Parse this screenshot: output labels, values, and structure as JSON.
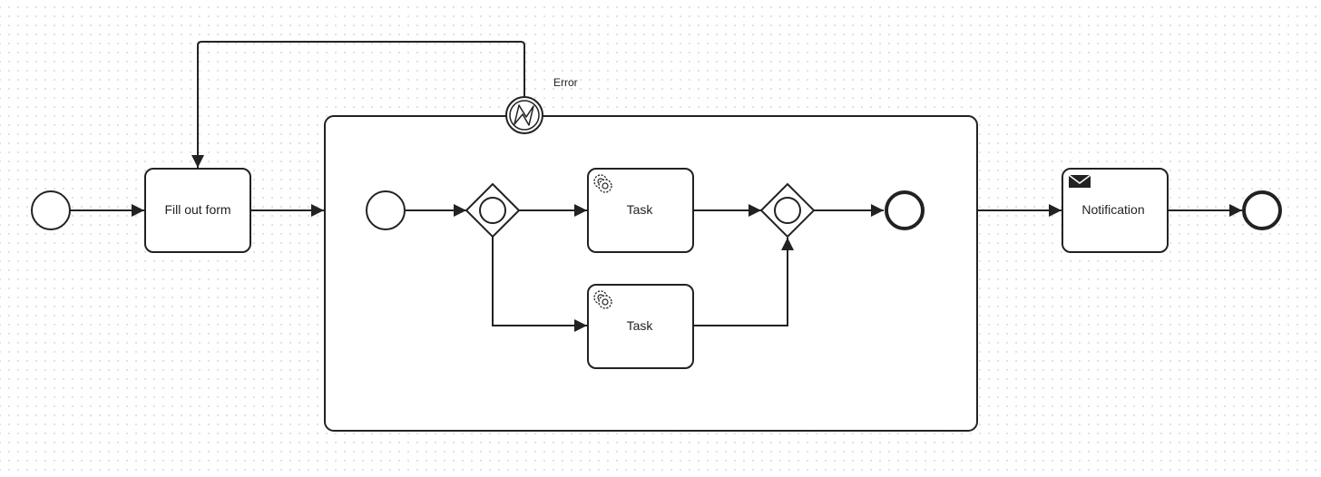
{
  "diagram": {
    "tasks": {
      "fill_out_form": "Fill out form",
      "service_task_1": "Task",
      "service_task_2": "Task",
      "notification": "Notification"
    },
    "boundary_event": {
      "label": "Error"
    },
    "icons": {
      "service_task": "gear-icon",
      "notification_task": "envelope-icon",
      "boundary_error": "error-icon",
      "gateway": "inclusive-gateway-icon"
    },
    "colors": {
      "stroke": "#222222",
      "fill": "#ffffff",
      "grid_dot": "#d9d9d9"
    }
  }
}
